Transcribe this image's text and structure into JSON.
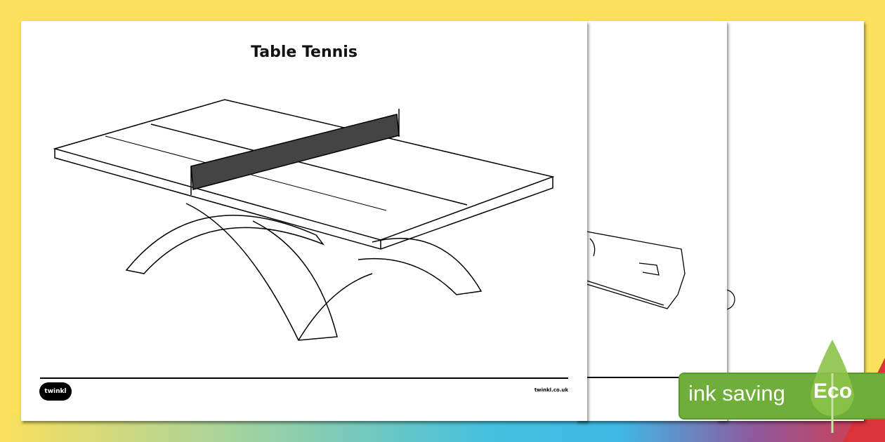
{
  "worksheet": {
    "title": "Table Tennis",
    "logo_text": "twinkl",
    "footer_url": "twinkl.co.uk"
  },
  "badge": {
    "label": "ink saving",
    "eco_label": "Eco",
    "color": "#6fae3a"
  }
}
